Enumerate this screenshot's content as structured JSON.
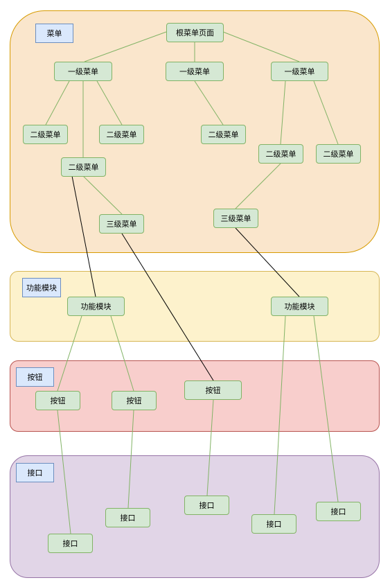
{
  "layers": {
    "menu": {
      "label": "菜单",
      "fill": "#fae6cc",
      "stroke": "#d79b00"
    },
    "function": {
      "label": "功能模块",
      "fill": "#fdf2cc",
      "stroke": "#d6b656"
    },
    "button": {
      "label": "按钮",
      "fill": "#f8cecc",
      "stroke": "#b85450"
    },
    "interface": {
      "label": "接口",
      "fill": "#e1d5e7",
      "stroke": "#9673a6"
    }
  },
  "nodes": {
    "root": "根菜单页面",
    "m1a": "一级菜单",
    "m1b": "一级菜单",
    "m1c": "一级菜单",
    "m2a": "二级菜单",
    "m2b": "二级菜单",
    "m2c": "二级菜单",
    "m2d": "二级菜单",
    "m2e": "二级菜单",
    "m2f": "二级菜单",
    "m3a": "三级菜单",
    "m3b": "三级菜单",
    "fn1": "功能模块",
    "fn2": "功能模块",
    "btn1": "按钮",
    "btn2": "按钮",
    "btn3": "按钮",
    "api1": "接口",
    "api2": "接口",
    "api3": "接口",
    "api4": "接口",
    "api5": "接口"
  },
  "colors": {
    "link_green": "#82b366",
    "link_black": "#000000"
  }
}
